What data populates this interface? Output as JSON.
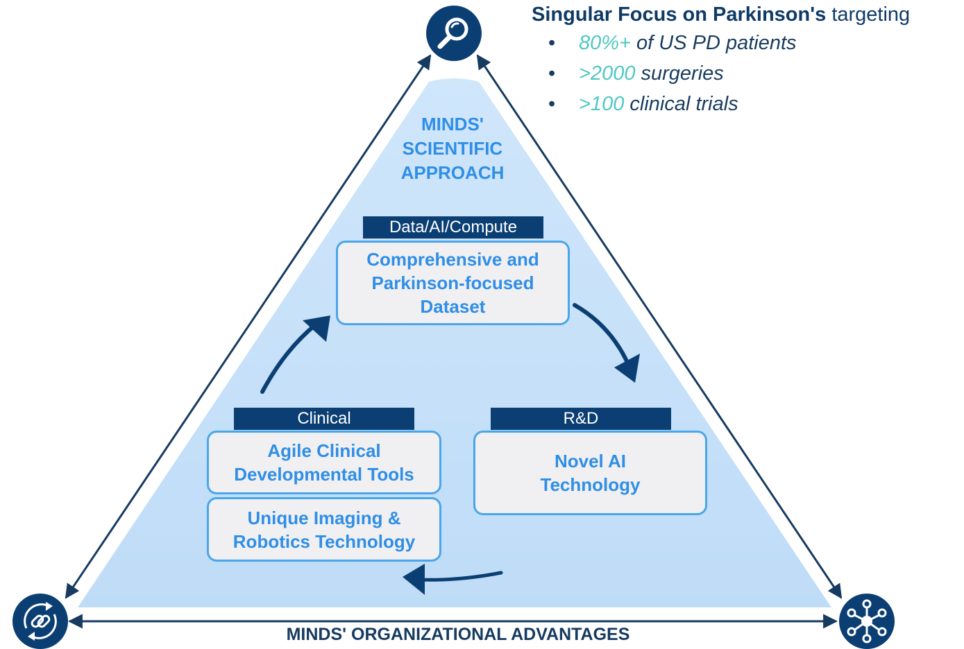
{
  "focus": {
    "title_bold": "Singular Focus on Parkinson's",
    "title_rest": " targeting",
    "items": [
      {
        "value": "80%+",
        "text": " of US PD patients"
      },
      {
        "value": ">2000",
        "text": " surgeries"
      },
      {
        "value": ">100",
        "text": " clinical trials"
      }
    ]
  },
  "apex_title": "MINDS'\nSCIENTIFIC\nAPPROACH",
  "data_box": {
    "header": "Data/AI/Compute",
    "text": "Comprehensive and\nParkinson-focused\nDataset"
  },
  "rd_box": {
    "header": "R&D",
    "text": "Novel AI\nTechnology"
  },
  "clinical_box": {
    "header": "Clinical",
    "text": "Agile Clinical\nDevelopmental Tools"
  },
  "imaging_box": {
    "text": "Unique Imaging &\nRobotics Technology"
  },
  "bottom_title": "MINDS' ORGANIZATIONAL ADVANTAGES",
  "icons": {
    "top": "magnifier-icon",
    "bottom_left": "chain-link-cycle-icon",
    "bottom_right": "network-nodes-icon"
  },
  "colors": {
    "navy": "#0b3f73",
    "accent_blue": "#2f8ee6",
    "light_fill": "#cfe6fb",
    "teal": "#4fc8c3"
  }
}
